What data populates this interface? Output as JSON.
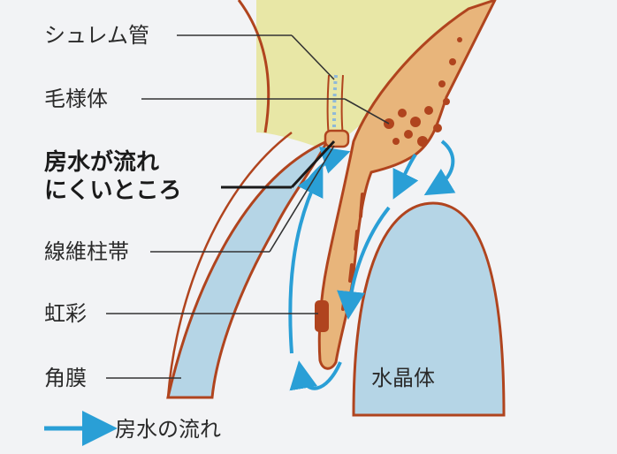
{
  "labels": {
    "schlemm": "シュレム管",
    "ciliary_body": "毛様体",
    "hard_flow_line1": "房水が流れ",
    "hard_flow_line2": "にくいところ",
    "trabecular": "線維柱帯",
    "iris": "虹彩",
    "cornea": "角膜",
    "lens": "水晶体"
  },
  "legend": {
    "label": "房水の流れ"
  },
  "colors": {
    "background": "#f2f3f5",
    "sclera": "#e8e7a6",
    "cornea_fill": "#b5d5e6",
    "outline": "#b0441e",
    "tissue": "#e8b57b",
    "tissue_dark": "#b0441e",
    "aqueous_arrow": "#2a9fd6",
    "lens_fill": "#b5d5e6"
  }
}
